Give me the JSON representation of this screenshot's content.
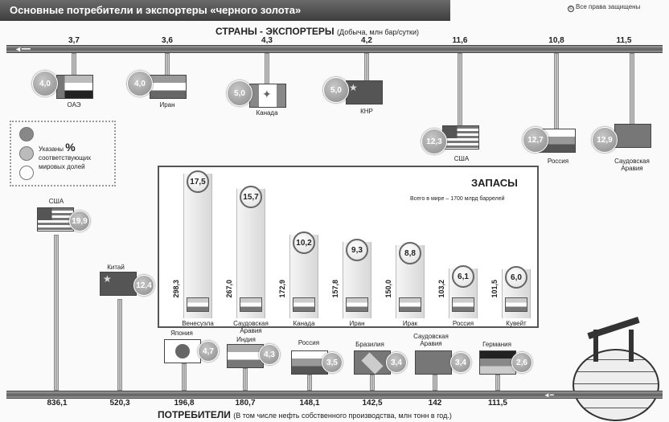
{
  "header": {
    "title": "Основные потребители и экспортеры «черного золота»",
    "rights": "Все права защищены"
  },
  "exporters": {
    "heading": "СТРАНЫ - ЭКСПОРТЕРЫ",
    "heading_note": "(Добыча, млн бар/сутки)",
    "items": [
      {
        "name": "ОАЭ",
        "production": "3,7",
        "share": "4,0"
      },
      {
        "name": "Иран",
        "production": "3,6",
        "share": "4,0"
      },
      {
        "name": "Канада",
        "production": "4,3",
        "share": "5,0"
      },
      {
        "name": "КНР",
        "production": "4,2",
        "share": "5,0"
      },
      {
        "name": "США",
        "production": "11,6",
        "share": "12,3"
      },
      {
        "name": "Россия",
        "production": "10,8",
        "share": "12,7"
      },
      {
        "name": "Саудовская Аравия",
        "production": "11,5",
        "share": "12,9"
      }
    ]
  },
  "legend": {
    "text_1": "Указаны",
    "percent": "%",
    "text_2": "соответствующих",
    "text_3": "мировых долей"
  },
  "reserves": {
    "heading": "ЗАПАСЫ",
    "subtitle": "Всего в мире – 1700 млрд баррелей",
    "items": [
      {
        "name": "Венесуэла",
        "share": "17,5",
        "value": "298,3"
      },
      {
        "name": "Саудовская Аравия",
        "share": "15,7",
        "value": "267,0"
      },
      {
        "name": "Канада",
        "share": "10,2",
        "value": "172,9"
      },
      {
        "name": "Иран",
        "share": "9,3",
        "value": "157,8"
      },
      {
        "name": "Ирак",
        "share": "8,8",
        "value": "150,0"
      },
      {
        "name": "Россия",
        "share": "6,1",
        "value": "103,2"
      },
      {
        "name": "Кувейт",
        "share": "6,0",
        "value": "101,5"
      }
    ]
  },
  "consumers": {
    "heading": "ПОТРЕБИТЕЛИ",
    "heading_note": "(В том числе нефть собственного производства, млн тонн в год.)",
    "items": [
      {
        "name": "США",
        "share": "19,9",
        "volume": "836,1"
      },
      {
        "name": "Китай",
        "share": "12,4",
        "volume": "520,3"
      },
      {
        "name": "Япония",
        "share": "4,7",
        "volume": "196,8"
      },
      {
        "name": "Индия",
        "share": "4,3",
        "volume": "180,7"
      },
      {
        "name": "Россия",
        "share": "3,5",
        "volume": "148,1"
      },
      {
        "name": "Бразилия",
        "share": "3,4",
        "volume": "142,5"
      },
      {
        "name": "Саудовская Аравия",
        "share": "3,4",
        "volume": "142"
      },
      {
        "name": "Германия",
        "share": "2,6",
        "volume": "111,5"
      }
    ]
  }
}
